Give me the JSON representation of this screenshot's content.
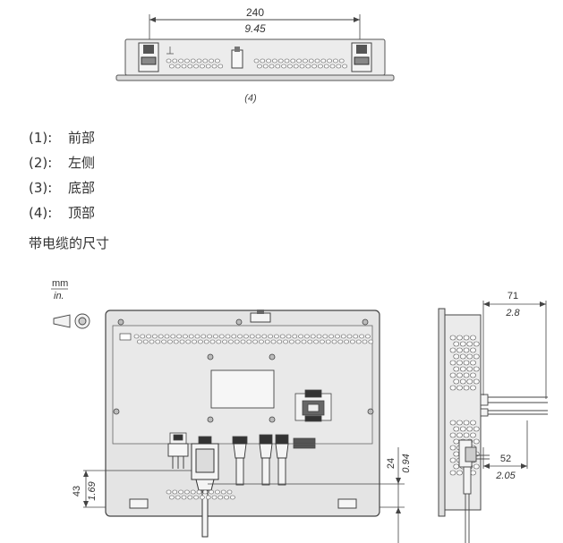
{
  "top_view": {
    "dim_mm": "240",
    "dim_in": "9.45",
    "caption": "(4)"
  },
  "legend": [
    {
      "num": "(1):",
      "text": "前部"
    },
    {
      "num": "(2):",
      "text": "左侧"
    },
    {
      "num": "(3):",
      "text": "底部"
    },
    {
      "num": "(4):",
      "text": "顶部"
    }
  ],
  "section_heading": "带电缆的尺寸",
  "units": {
    "mm": "mm",
    "in": "in."
  },
  "rear_view": {
    "dim_43": "43",
    "dim_1_69": "1.69",
    "dim_24": "24",
    "dim_0_94": "0.94"
  },
  "side_view": {
    "dim_71": "71",
    "dim_2_8": "2.8",
    "dim_52": "52",
    "dim_2_05": "2.05"
  },
  "colors": {
    "line": "#444444",
    "panel_fill": "#e6e6e6",
    "text": "#333333"
  }
}
